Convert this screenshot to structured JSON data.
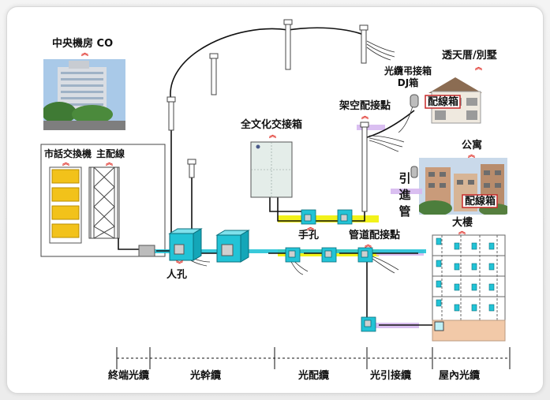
{
  "labels": {
    "co": "中央機房 CO",
    "local_exchange": "市話交換機",
    "mdf": "主配線",
    "manhole": "人孔",
    "cabinet": "全文化交接箱",
    "handhole": "手孔",
    "duct_box": "管道配接點",
    "aerial_box": "架空配接點",
    "dj_box": "光纜弔接箱\nDJ箱",
    "house": "透天厝/別墅",
    "wiring_box": "配線箱",
    "apartment": "公寓",
    "lead_pipe": "引進管",
    "building": "大樓"
  },
  "segments": [
    "終端光纜",
    "光幹纜",
    "光配纜",
    "光引接纜",
    "屋內光纜"
  ],
  "colors": {
    "fiber_cyan": "#22c3d6",
    "cable_yellow": "#f2f21a",
    "drop_purple": "#b48ad6",
    "chevron_red": "#e0322a",
    "building_base": "#f2c9a8"
  }
}
